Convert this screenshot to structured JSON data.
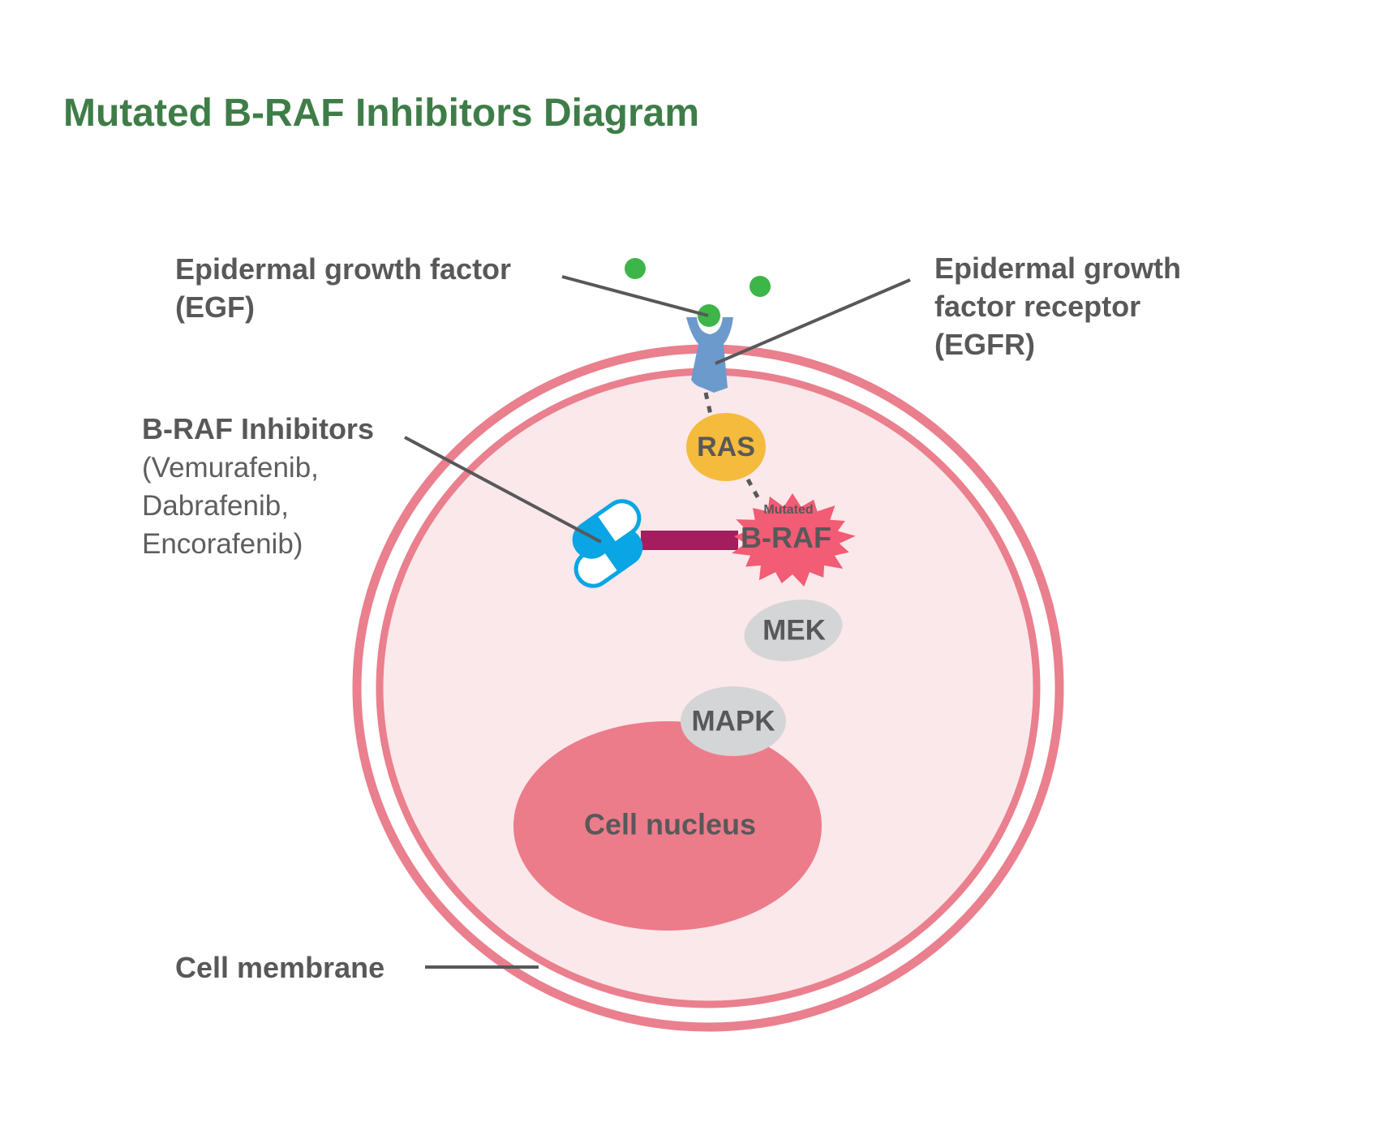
{
  "title": "Mutated B-RAF Inhibitors Diagram",
  "labels": {
    "egf": [
      "Epidermal growth factor",
      "(EGF)"
    ],
    "egfr": [
      "Epidermal growth",
      "factor receptor",
      "(EGFR)"
    ],
    "inhibitors_heading": "B-RAF Inhibitors",
    "inhibitors_drugs": [
      "(Vemurafenib,",
      "Dabrafenib,",
      "Encorafenib)"
    ],
    "cell_membrane": "Cell membrane"
  },
  "nodes": {
    "ras": "RAS",
    "braf_mutated": "Mutated",
    "braf": "B-RAF",
    "mek": "MEK",
    "mapk": "MAPK",
    "nucleus": "Cell nucleus"
  },
  "colors": {
    "title": "#3e7d47",
    "membrane": "#ea7f8e",
    "cytoplasm": "#fbe8ea",
    "nucleus": "#ec7c8a",
    "ras": "#f5bb3c",
    "braf": "#f25c74",
    "kinase_gray": "#d4d5d7",
    "egf": "#3db549",
    "receptor": "#6c9acd",
    "pill": "#0aa5e4",
    "inhibitor_bar": "#a41e5f",
    "text": "#58585a"
  },
  "icons": {
    "drug": "pill-capsule-icon",
    "ligand": "egf-dot-icon",
    "receptor": "receptor-icon"
  }
}
